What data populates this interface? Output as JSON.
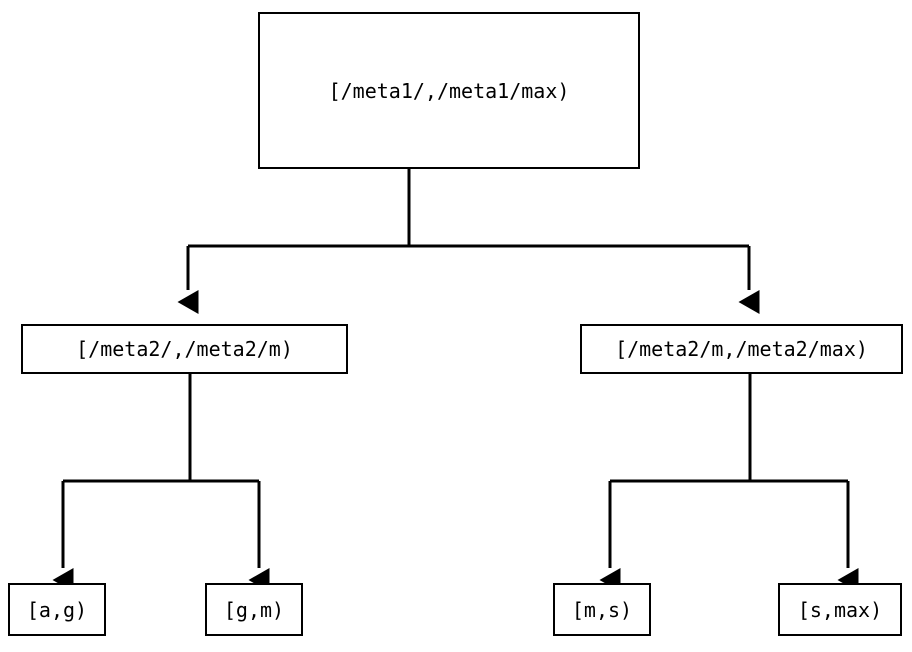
{
  "diagram": {
    "type": "tree",
    "title": "",
    "background_color": "#ffffff",
    "line_color": "#000000",
    "text_color": "#000000",
    "nodes": {
      "root": {
        "label": "[/meta1/,/meta1/max)"
      },
      "mid_left": {
        "label": "[/meta2/,/meta2/m)"
      },
      "mid_right": {
        "label": "[/meta2/m,/meta2/max)"
      },
      "leaf_1": {
        "label": "[a,g)"
      },
      "leaf_2": {
        "label": "[g,m)"
      },
      "leaf_3": {
        "label": "[m,s)"
      },
      "leaf_4": {
        "label": "[s,max)"
      }
    },
    "edges": [
      {
        "from": "root",
        "to": "mid_left",
        "arrow": "down"
      },
      {
        "from": "root",
        "to": "mid_right",
        "arrow": "down"
      },
      {
        "from": "mid_left",
        "to": "leaf_1",
        "arrow": "down"
      },
      {
        "from": "mid_left",
        "to": "leaf_2",
        "arrow": "down"
      },
      {
        "from": "mid_right",
        "to": "leaf_3",
        "arrow": "down"
      },
      {
        "from": "mid_right",
        "to": "leaf_4",
        "arrow": "down"
      }
    ]
  }
}
